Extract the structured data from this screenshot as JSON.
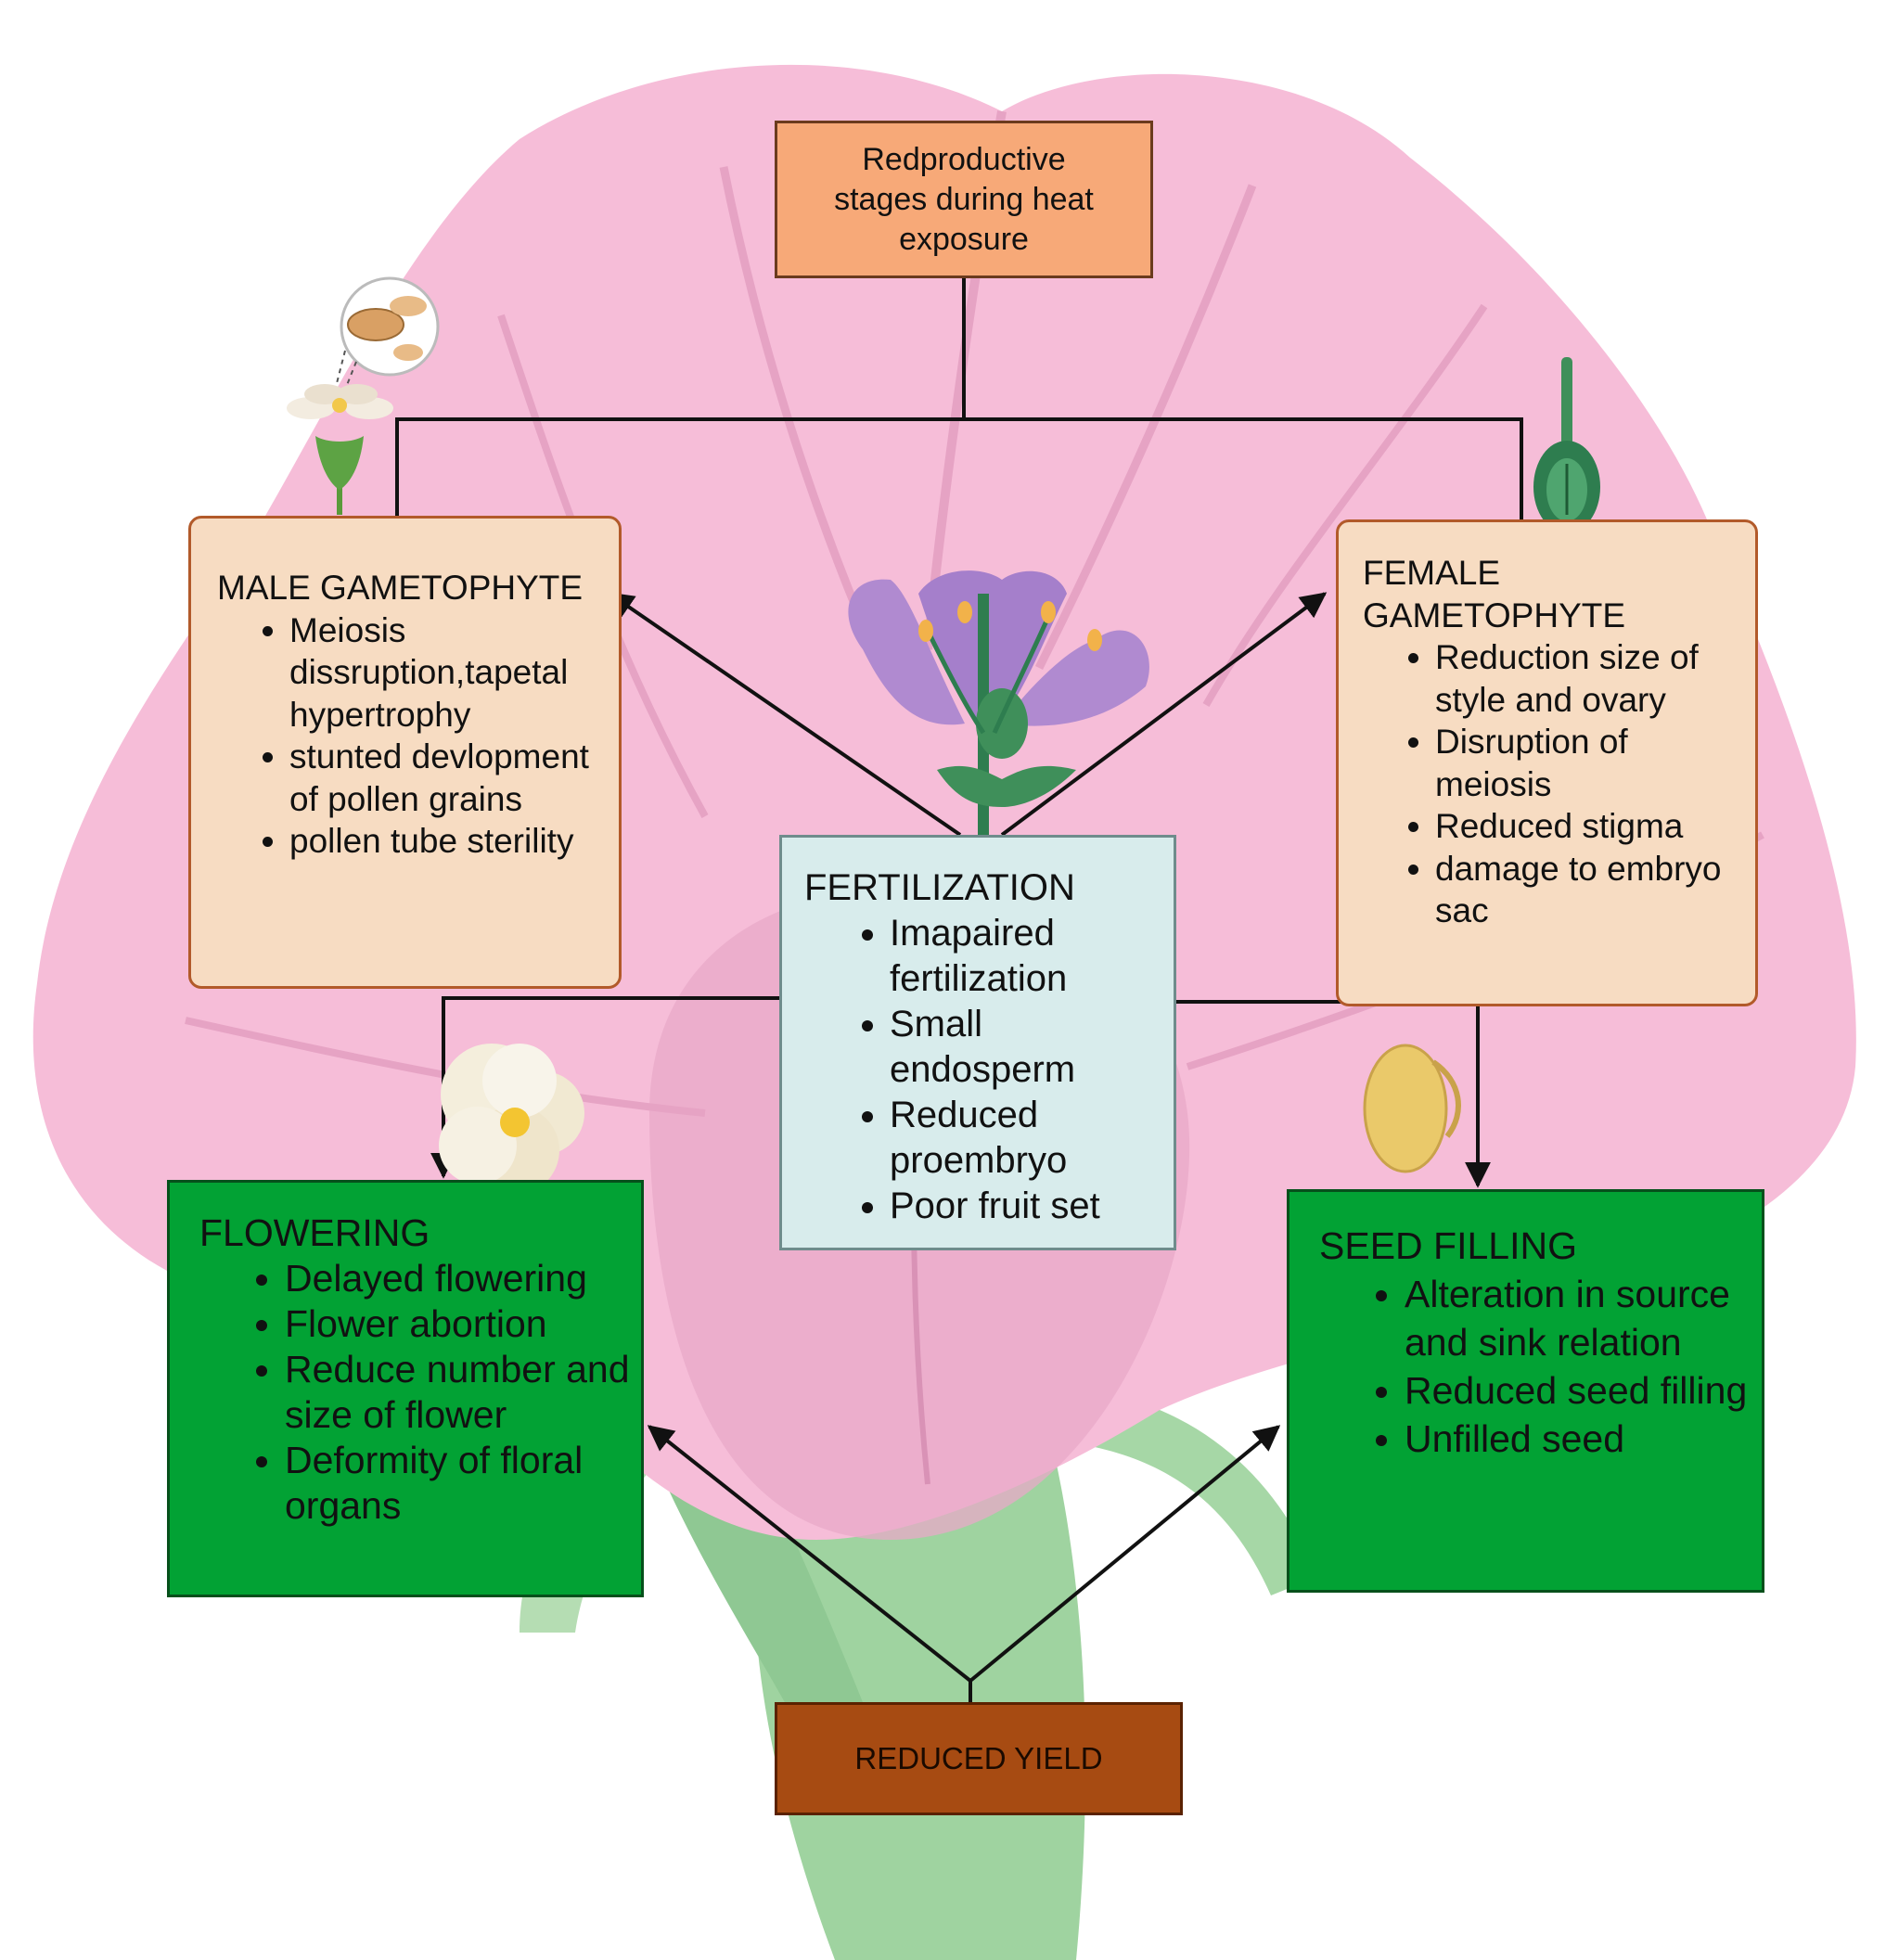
{
  "top_box": {
    "text": "Redproductive stages during heat exposure"
  },
  "male_gametophyte": {
    "title": "MALE GAMETOPHYTE",
    "items": [
      "Meiosis dissruption,tapetal hypertrophy",
      "stunted devlopment of pollen grains",
      "pollen tube sterility"
    ]
  },
  "female_gametophyte": {
    "title": "FEMALE GAMETOPHYTE",
    "items": [
      "Reduction size of style and ovary",
      "Disruption of meiosis",
      "Reduced stigma",
      " damage to embryo sac"
    ]
  },
  "fertilization": {
    "title": "FERTILIZATION",
    "items": [
      "Imapaired fertilization",
      "Small endosperm",
      "Reduced proembryo",
      "Poor fruit set"
    ]
  },
  "flowering": {
    "title": "FLOWERING",
    "items": [
      "Delayed flowering",
      "Flower abortion",
      "Reduce number and size of flower",
      "Deformity of floral organs"
    ]
  },
  "seed_filling": {
    "title": "SEED FILLING",
    "items": [
      "Alteration in source and sink relation",
      "Reduced seed filling",
      "Unfilled seed"
    ]
  },
  "reduced_yield": {
    "text": "REDUCED YIELD"
  },
  "colors": {
    "petal": "#f6bdd8",
    "stem": "#9fd3a0",
    "top_box": "#f7a978",
    "gametophyte_box": "#f7dcc2",
    "fertilization_box": "#d8ecec",
    "green_box": "#02a234",
    "yield_box": "#a74b12"
  }
}
